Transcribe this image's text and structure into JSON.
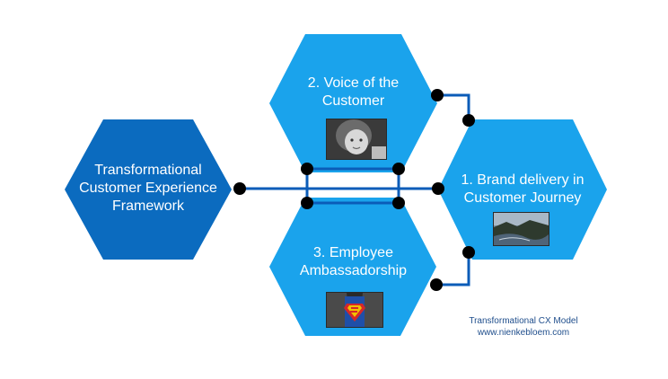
{
  "diagram": {
    "center": {
      "lines": [
        "Transformational",
        "Customer Experience",
        "Framework"
      ],
      "fill": "#0b6bbf"
    },
    "hexagons": [
      {
        "id": "voice",
        "lines": [
          "2. Voice of the",
          "Customer"
        ],
        "fill": "#1aa3ec",
        "photo": "child-portrait"
      },
      {
        "id": "brand",
        "lines": [
          "1. Brand delivery in",
          "Customer Journey"
        ],
        "fill": "#1aa3ec",
        "photo": "coastline-landscape"
      },
      {
        "id": "employee",
        "lines": [
          "3. Employee",
          "Ambassadorship"
        ],
        "fill": "#1aa3ec",
        "photo": "superman-shirt-reveal"
      }
    ],
    "connector_color": "#0b5cb8",
    "node_color": "#000000"
  },
  "credit": {
    "line1": "Transformational CX Model",
    "line2": "www.nienkebloem.com"
  }
}
